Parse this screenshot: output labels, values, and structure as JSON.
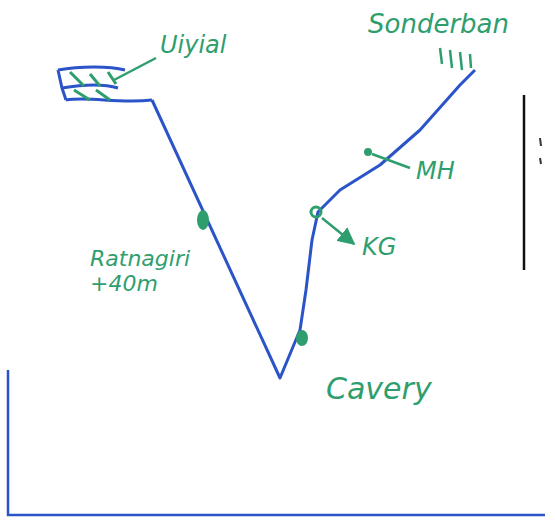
{
  "diagram": {
    "labels": [
      "Sonderban",
      "Uiyial",
      "MH",
      "KG",
      "Ratnagiri +40m",
      "Cavery"
    ]
  }
}
